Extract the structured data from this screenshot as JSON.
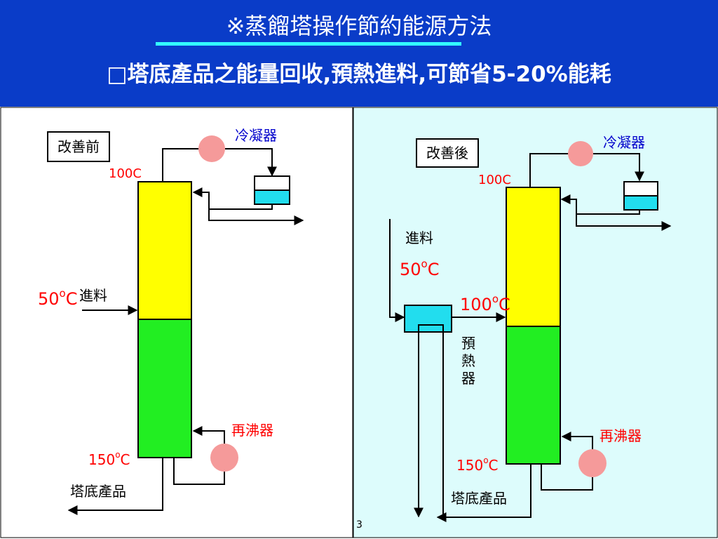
{
  "header": {
    "title": "※蒸餾塔操作節約能源方法",
    "subtitle": "□塔底產品之能量回收,預熱進料,可節省5-20%能耗"
  },
  "before": {
    "label": "改善前",
    "top_temp": "100C",
    "condenser": "冷凝器",
    "feed_label": "進料",
    "feed_temp": "50",
    "feed_unit": "C",
    "reboiler": "再沸器",
    "bottom_temp": "150",
    "bottom_unit": "C",
    "bottom_product": "塔底產品"
  },
  "after": {
    "label": "改善後",
    "top_temp": "100C",
    "condenser": "冷凝器",
    "feed_label": "進料",
    "feed_temp": "50",
    "feed_unit": "C",
    "preheat_temp": "100",
    "preheat_unit": "C",
    "preheater": [
      "預",
      "熱",
      "器"
    ],
    "reboiler": "再沸器",
    "bottom_temp": "150",
    "bottom_unit": "C",
    "bottom_product": "塔底產品"
  },
  "page_number": "3",
  "colors": {
    "header_bg": "#0a3cc8",
    "underline": "#33ffff",
    "right_panel_bg": "#ddfcfc",
    "column_top": "#ffff00",
    "column_bottom": "#22ee22",
    "round_unit": "#f59a9a",
    "drum": "#22ddee",
    "temp_text": "#ff0000",
    "condenser_text": "#0000cc"
  }
}
